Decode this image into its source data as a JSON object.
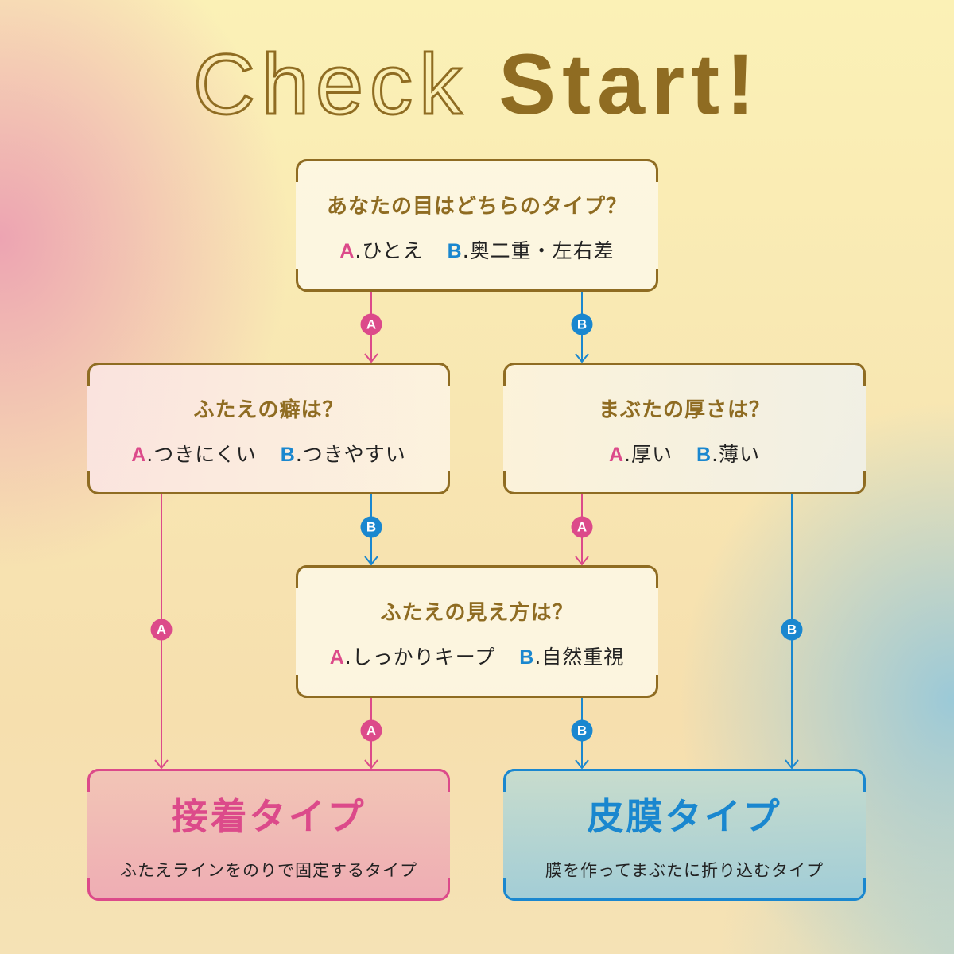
{
  "title": {
    "part1": "Check",
    "part2": "Start!"
  },
  "colors": {
    "gold": "#8f6c22",
    "pink": "#dc4a8a",
    "blue": "#1a87cf"
  },
  "nodes": {
    "q1": {
      "question": "あなたの目はどちらのタイプ？",
      "a_letter": "A",
      "a_text": ".ひとえ",
      "b_letter": "B",
      "b_text": ".奥二重・左右差"
    },
    "q2": {
      "question": "ふたえの癖は？",
      "a_letter": "A",
      "a_text": ".つきにくい",
      "b_letter": "B",
      "b_text": ".つきやすい"
    },
    "q3": {
      "question": "まぶたの厚さは？",
      "a_letter": "A",
      "a_text": ".厚い",
      "b_letter": "B",
      "b_text": ".薄い"
    },
    "q4": {
      "question": "ふたえの見え方は？",
      "a_letter": "A",
      "a_text": ".しっかりキープ",
      "b_letter": "B",
      "b_text": ".自然重視"
    },
    "result_adhesive": {
      "title": "接着タイプ",
      "description": "ふたえラインをのりで固定するタイプ"
    },
    "result_film": {
      "title": "皮膜タイプ",
      "description": "膜を作ってまぶたに折り込むタイプ"
    }
  },
  "edges": [
    {
      "from": "q1",
      "to": "q2",
      "label": "A"
    },
    {
      "from": "q1",
      "to": "q3",
      "label": "B"
    },
    {
      "from": "q2",
      "to": "result_adhesive",
      "label": "A"
    },
    {
      "from": "q2",
      "to": "q4",
      "label": "B"
    },
    {
      "from": "q3",
      "to": "q4",
      "label": "A"
    },
    {
      "from": "q3",
      "to": "result_film",
      "label": "B"
    },
    {
      "from": "q4",
      "to": "result_adhesive",
      "label": "A"
    },
    {
      "from": "q4",
      "to": "result_film",
      "label": "B"
    }
  ]
}
